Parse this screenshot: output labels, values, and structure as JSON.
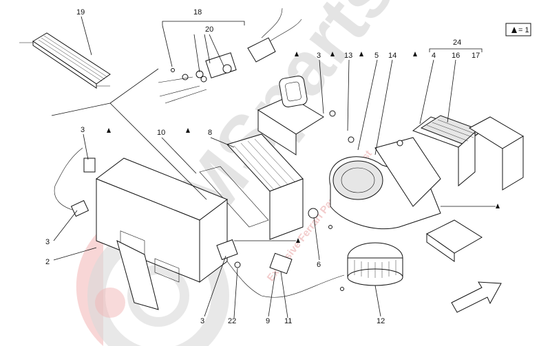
{
  "legend": {
    "symbol": "triangle-icon",
    "text": "= 1"
  },
  "watermark": {
    "brand": "MSparts",
    "tagline": "Exclusive Ferrari Parts Specialist"
  },
  "callouts": [
    {
      "id": "c19",
      "text": "19"
    },
    {
      "id": "c18",
      "text": "18"
    },
    {
      "id": "c20",
      "text": "20"
    },
    {
      "id": "c24",
      "text": "24"
    },
    {
      "id": "c3a",
      "text": "3"
    },
    {
      "id": "c13",
      "text": "13"
    },
    {
      "id": "c5",
      "text": "5"
    },
    {
      "id": "c14",
      "text": "14"
    },
    {
      "id": "c4",
      "text": "4"
    },
    {
      "id": "c16",
      "text": "16"
    },
    {
      "id": "c17",
      "text": "17"
    },
    {
      "id": "c10",
      "text": "10"
    },
    {
      "id": "c8",
      "text": "8"
    },
    {
      "id": "c3b",
      "text": "3"
    },
    {
      "id": "c3c",
      "text": "3"
    },
    {
      "id": "c2",
      "text": "2"
    },
    {
      "id": "c6",
      "text": "6"
    },
    {
      "id": "c3d",
      "text": "3"
    },
    {
      "id": "c22",
      "text": "22"
    },
    {
      "id": "c9",
      "text": "9"
    },
    {
      "id": "c11",
      "text": "11"
    },
    {
      "id": "c12",
      "text": "12"
    }
  ]
}
